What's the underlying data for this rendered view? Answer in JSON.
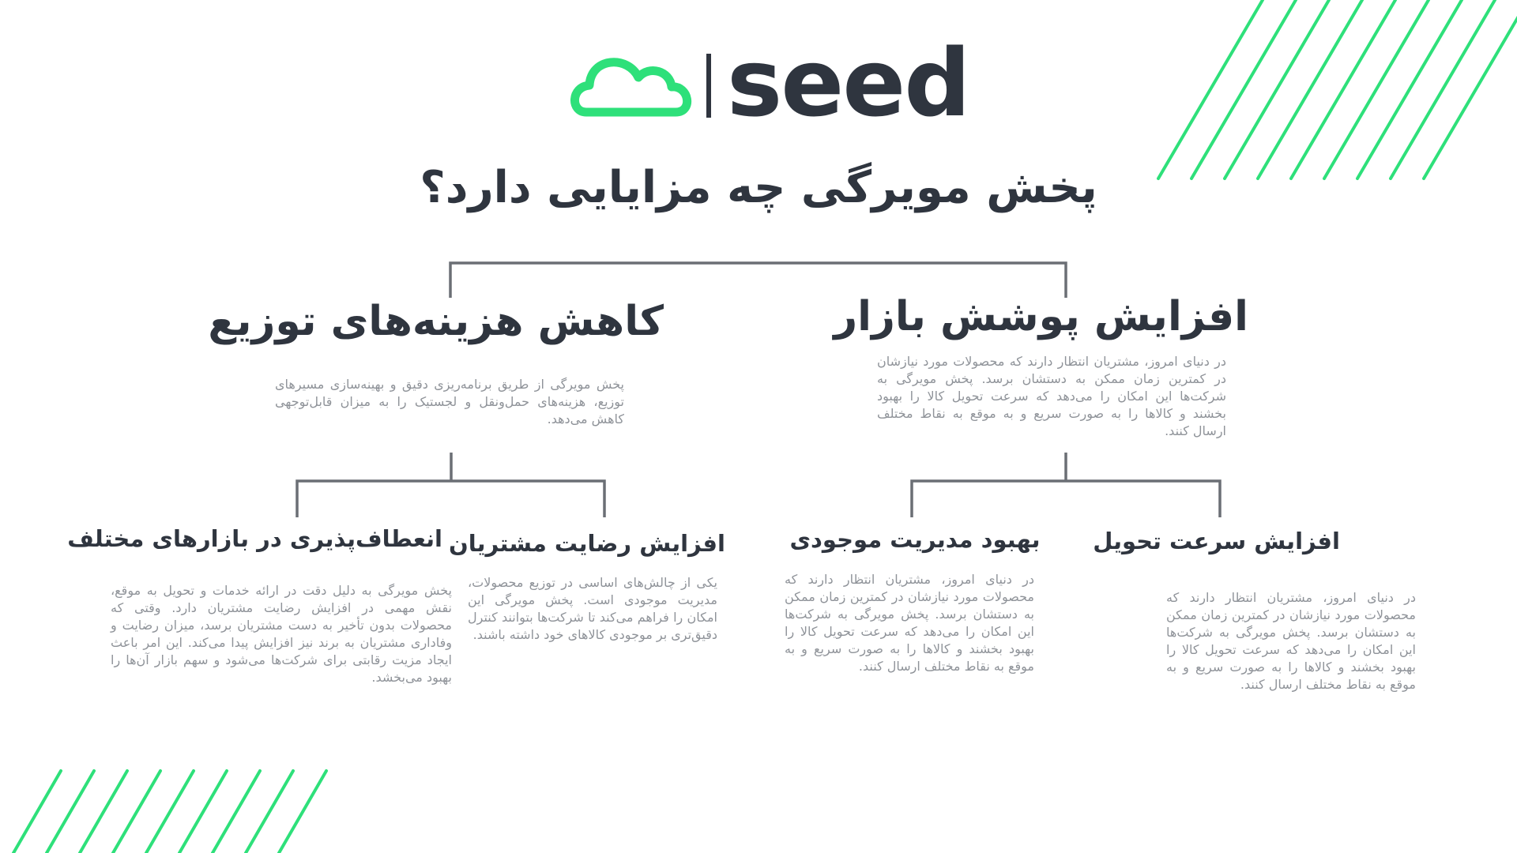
{
  "brand": {
    "name": "seed",
    "accent_color": "#2ee07a",
    "text_color": "#2f353f",
    "icon": "cloud-icon"
  },
  "title": "پخش مویرگی چه مزایایی دارد؟",
  "branches": [
    {
      "heading": "افزایش پوشش بازار",
      "text": "در دنیای امروز، مشتریان انتظار دارند که محصولات مورد نیازشان در کمترین زمان ممکن به دستشان برسد. پخش مویرگی به شرکت‌ها این امکان را می‌دهد که سرعت تحویل کالا را بهبود بخشند و کالاها را به صورت سریع و به موقع به نقاط مختلف ارسال کنند.",
      "children": [
        {
          "heading": "افزایش سرعت تحویل",
          "text": "در دنیای امروز، مشتریان انتظار دارند که محصولات مورد نیازشان در کمترین زمان ممکن به دستشان برسد. پخش مویرگی به شرکت‌ها این امکان را می‌دهد که سرعت تحویل کالا را بهبود بخشند و کالاها را به صورت سریع و به موقع به نقاط مختلف ارسال کنند."
        },
        {
          "heading": "بهبود مدیریت موجودی",
          "text": "در دنیای امروز، مشتریان انتظار دارند که محصولات مورد نیازشان در کمترین زمان ممکن به دستشان برسد. پخش مویرگی به شرکت‌ها این امکان را می‌دهد که سرعت تحویل کالا را بهبود بخشند و کالاها را به صورت سریع و به موقع به نقاط مختلف ارسال کنند."
        }
      ]
    },
    {
      "heading": "کاهش هزینه‌های توزیع",
      "text": "پخش مویرگی از طریق برنامه‌ریزی دقیق و بهینه‌سازی مسیرهای توزیع، هزینه‌های حمل‌ونقل و لجستیک را به میزان قابل‌توجهی کاهش می‌دهد.",
      "children": [
        {
          "heading": "افزایش رضایت مشتریان",
          "text": "یکی از چالش‌های اساسی در توزیع محصولات، مدیریت موجودی است. پخش مویرگی این امکان را فراهم می‌کند تا شرکت‌ها بتوانند کنترل دقیق‌تری بر موجودی کالاهای خود داشته باشند."
        },
        {
          "heading": "انعطاف‌پذیری در بازارهای مختلف",
          "text": "پخش مویرگی به دلیل دقت در ارائه خدمات و تحویل به موقع، نقش مهمی در افزایش رضایت مشتریان دارد. وقتی که محصولات بدون تأخیر به دست مشتریان برسد، میزان رضایت و وفاداری مشتریان به برند نیز افزایش پیدا می‌کند. این امر باعث ایجاد مزیت رقابتی برای شرکت‌ها می‌شود و سهم بازار آن‌ها را بهبود می‌بخشد."
        }
      ]
    }
  ]
}
